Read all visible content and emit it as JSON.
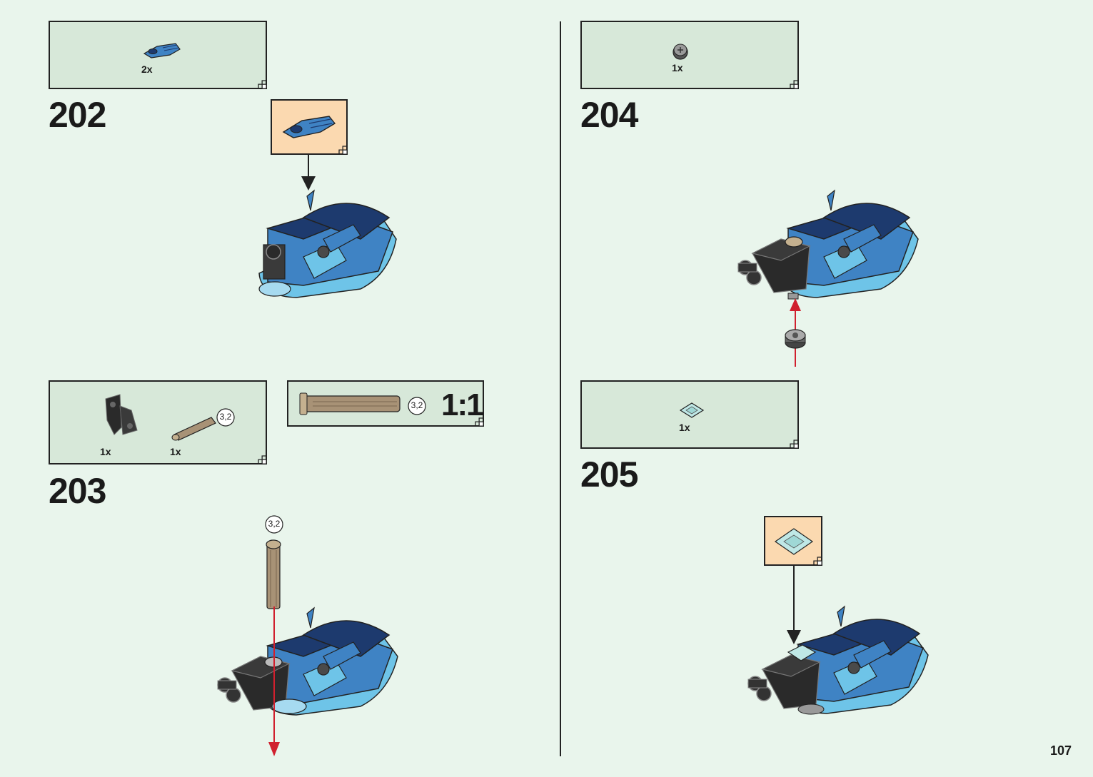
{
  "page_number": "107",
  "steps": {
    "s202": {
      "number": "202",
      "parts": [
        {
          "qty": "2x",
          "icon": "blue-fin-plate-icon"
        }
      ]
    },
    "s203": {
      "number": "203",
      "parts": [
        {
          "qty": "1x",
          "icon": "black-connector-icon"
        },
        {
          "qty": "1x",
          "icon": "tan-axle-icon",
          "size": "3,2"
        }
      ],
      "scale_box": {
        "size": "3,2",
        "ratio": "1:1"
      },
      "axle_label": "3,2"
    },
    "s204": {
      "number": "204",
      "parts": [
        {
          "qty": "1x",
          "icon": "grey-bush-icon"
        }
      ]
    },
    "s205": {
      "number": "205",
      "parts": [
        {
          "qty": "1x",
          "icon": "trans-light-blue-tile-icon"
        }
      ]
    }
  },
  "colors": {
    "background": "#e9f5ec",
    "parts_box": "#d7e8d9",
    "callout": "#fbd9b0",
    "arrow_red": "#d0202e",
    "dark_blue": "#1d3a6e",
    "medium_blue": "#3f83c4",
    "light_blue": "#6ec4e8",
    "tan": "#a89276"
  }
}
